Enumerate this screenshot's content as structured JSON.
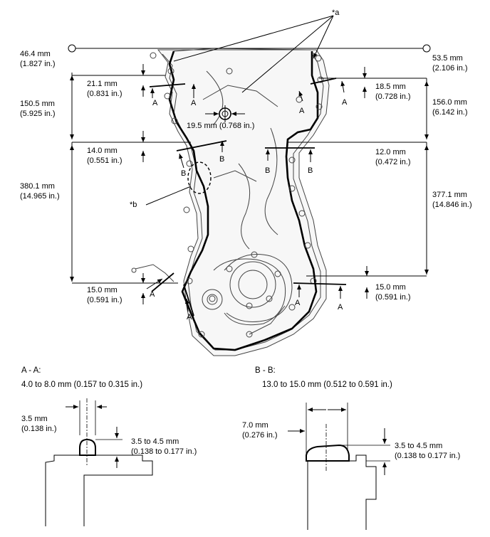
{
  "callouts": {
    "a": "*a",
    "b": "*b"
  },
  "section_marks": {
    "a": "A",
    "b": "B"
  },
  "dimensions": {
    "top_left": {
      "mm": "46.4 mm",
      "in": "(1.827 in.)"
    },
    "top_right": {
      "mm": "53.5 mm",
      "in": "(2.106 in.)"
    },
    "upper_left": {
      "mm": "21.1 mm",
      "in": "(0.831 in.)"
    },
    "upper_right": {
      "mm": "18.5 mm",
      "in": "(0.728 in.)"
    },
    "span_left_1": {
      "mm": "150.5 mm",
      "in": "(5.925 in.)"
    },
    "span_right_1": {
      "mm": "156.0 mm",
      "in": "(6.142 in.)"
    },
    "center": {
      "text": "19.5 mm (0.768 in.)"
    },
    "mid_left": {
      "mm": "14.0 mm",
      "in": "(0.551 in.)"
    },
    "mid_right": {
      "mm": "12.0 mm",
      "in": "(0.472 in.)"
    },
    "span_left_2": {
      "mm": "380.1 mm",
      "in": "(14.965 in.)"
    },
    "span_right_2": {
      "mm": "377.1 mm",
      "in": "(14.846 in.)"
    },
    "bottom_left": {
      "mm": "15.0 mm",
      "in": "(0.591 in.)"
    },
    "bottom_right": {
      "mm": "15.0 mm",
      "in": "(0.591 in.)"
    }
  },
  "sections": {
    "aa": {
      "title": "A - A:",
      "range": "4.0 to 8.0 mm (0.157 to 0.315 in.)",
      "width": {
        "mm": "3.5 mm",
        "in": "(0.138 in.)"
      },
      "height": {
        "mm": "3.5 to 4.5 mm",
        "in": "(0.138 to 0.177 in.)"
      }
    },
    "bb": {
      "title": "B - B:",
      "range": "13.0 to 15.0 mm (0.512 to 0.591 in.)",
      "width": {
        "mm": "7.0 mm",
        "in": "(0.276 in.)"
      },
      "height": {
        "mm": "3.5 to 4.5 mm",
        "in": "(0.138 to 0.177 in.)"
      }
    }
  }
}
